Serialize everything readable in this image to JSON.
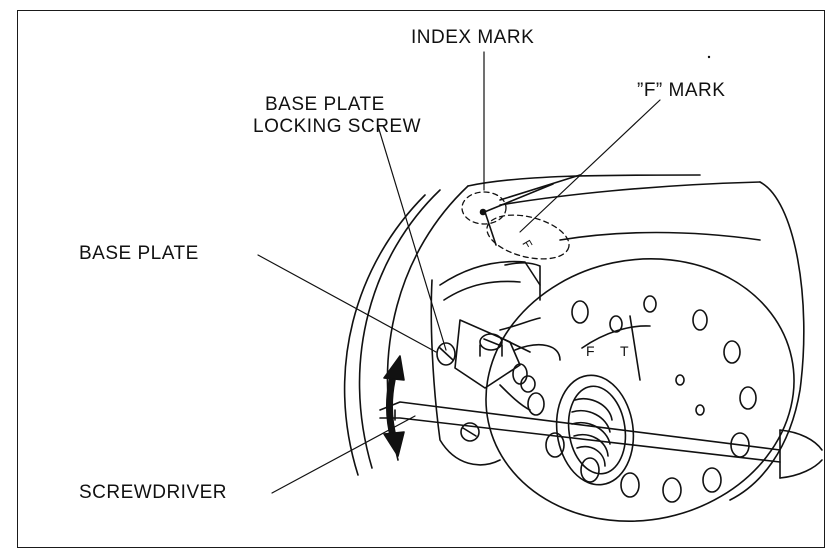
{
  "labels": {
    "index_mark": "INDEX MARK",
    "f_mark": "”F” MARK",
    "base_plate_locking_screw_line1": "BASE PLATE",
    "base_plate_locking_screw_line2": "LOCKING SCREW",
    "base_plate": "BASE PLATE",
    "screwdriver": "SCREWDRIVER"
  },
  "rotor_marks": {
    "small_f": "F",
    "f_on_rotor": "F",
    "t_on_rotor": "T"
  }
}
